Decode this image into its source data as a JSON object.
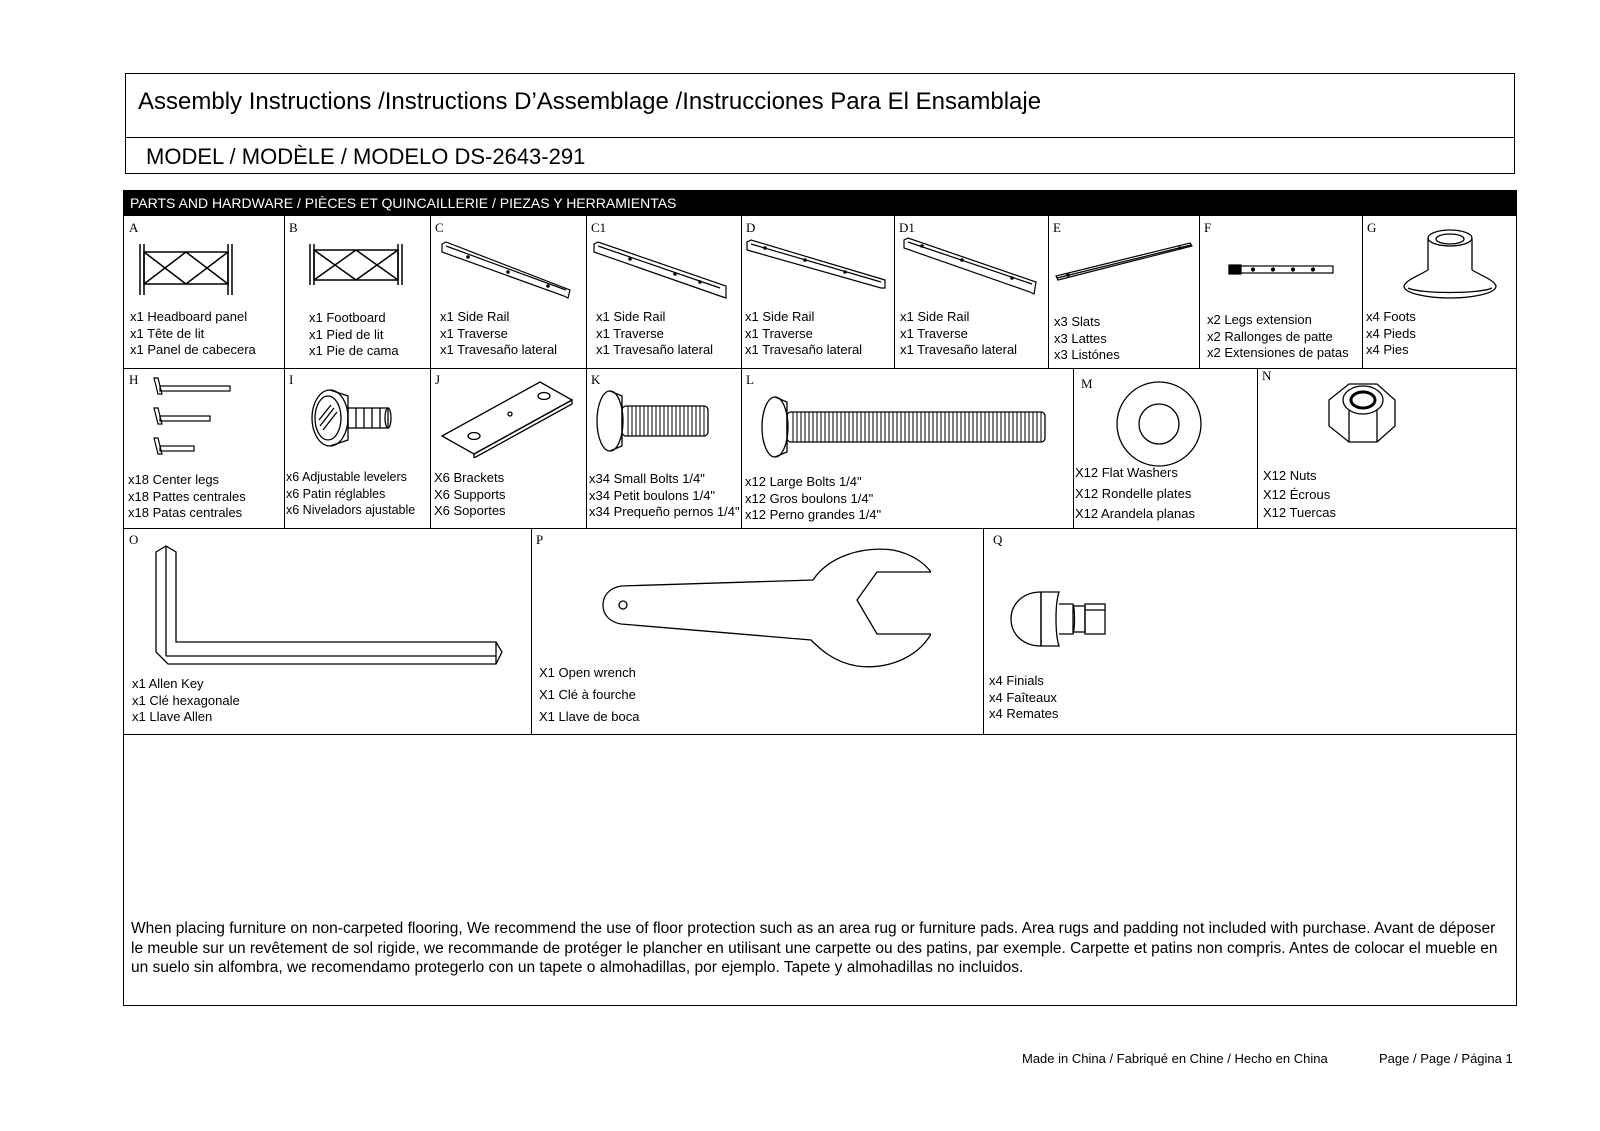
{
  "title": "Assembly Instructions /Instructions D’Assemblage /Instrucciones Para El Ensamblaje",
  "model": "MODEL / MODÈLE / MODELO DS-2643-291",
  "parts_header": "PARTS AND HARDWARE / PIÈCES ET QUINCAILLERIE / PIEZAS Y HERRAMIENTAS",
  "parts": [
    {
      "letter": "A",
      "lines": [
        "x1 Headboard panel",
        "x1 Tête de lit",
        "x1 Panel de  cabecera"
      ],
      "icon": "headboard-icon"
    },
    {
      "letter": "B",
      "lines": [
        "x1 Footboard",
        "x1 Pied de lit",
        "x1 Pie de cama"
      ],
      "icon": "footboard-icon"
    },
    {
      "letter": "C",
      "lines": [
        "x1  Side Rail",
        "x1 Traverse",
        "x1 Travesaño lateral"
      ],
      "icon": "side-rail-icon"
    },
    {
      "letter": "C1",
      "lines": [
        "x1  Side Rail",
        "x1 Traverse",
        "x1 Travesaño lateral"
      ],
      "icon": "side-rail-icon"
    },
    {
      "letter": "D",
      "lines": [
        "x1  Side Rail",
        "x1 Traverse",
        "x1 Travesaño lateral"
      ],
      "icon": "side-rail-icon"
    },
    {
      "letter": "D1",
      "lines": [
        "x1  Side Rail",
        "x1 Traverse",
        "x1 Travesaño lateral"
      ],
      "icon": "side-rail-icon"
    },
    {
      "letter": "E",
      "lines": [
        "x3  Slats",
        "x3  Lattes",
        "x3  Listónes"
      ],
      "icon": "slat-icon"
    },
    {
      "letter": "F",
      "lines": [
        "x2 Legs extension",
        "x2 Rallonges de patte",
        "x2 Extensiones de patas"
      ],
      "icon": "leg-extension-icon"
    },
    {
      "letter": "G",
      "lines": [
        "x4  Foots",
        "x4 Pieds",
        "x4 Pies"
      ],
      "icon": "foot-icon"
    },
    {
      "letter": "H",
      "lines": [
        "x18 Center legs",
        "x18 Pattes centrales",
        "x18 Patas centrales"
      ],
      "icon": "center-leg-icon"
    },
    {
      "letter": "I",
      "lines": [
        "x6 Adjustable levelers",
        "x6 Patin réglables",
        "x6 Niveladors ajustable"
      ],
      "icon": "leveler-icon"
    },
    {
      "letter": "J",
      "lines": [
        "X6    Brackets",
        "X6    Supports",
        "X6    Soportes"
      ],
      "icon": "bracket-icon"
    },
    {
      "letter": "K",
      "lines": [
        "x34 Small Bolts 1/4\"",
        "x34 Petit boulons 1/4\"",
        "x34 Prequeño pernos  1/4\""
      ],
      "icon": "small-bolt-icon"
    },
    {
      "letter": "L",
      "lines": [
        "x12 Large Bolts 1/4\"",
        "x12 Gros boulons 1/4\"",
        "x12 Perno grandes 1/4\""
      ],
      "icon": "large-bolt-icon"
    },
    {
      "letter": "M",
      "lines": [
        "X12 Flat Washers",
        "X12 Rondelle plates",
        "X12 Arandela planas"
      ],
      "icon": "washer-icon"
    },
    {
      "letter": "N",
      "lines": [
        "X12 Nuts",
        "X12 Écrous",
        "X12 Tuercas"
      ],
      "icon": "nut-icon"
    },
    {
      "letter": "O",
      "lines": [
        "x1 Allen Key",
        "x1 Clé hexagonale",
        "x1 Llave Allen"
      ],
      "icon": "allen-key-icon"
    },
    {
      "letter": "P",
      "lines": [
        "X1 Open  wrench",
        "X1 Clé à fourche",
        "X1 Llave de boca"
      ],
      "icon": "wrench-icon"
    },
    {
      "letter": "Q",
      "lines": [
        "x4  Finials",
        "x4 Faîteaux",
        "x4 Remates"
      ],
      "icon": "finial-icon"
    }
  ],
  "note": "When placing furniture on non-carpeted flooring, We recommend the use of floor protection such as an area rug or furniture pads. Area rugs and padding not included with purchase. Avant de déposer le meuble sur un revêtement de sol rigide, we recommande de protéger le plancher en utilisant une carpette ou des patins, par exemple. Carpette et patins non compris. Antes de colocar el mueble en un suelo sin alfombra,  we recomendamo  protegerlo con un tapete o almohadillas, por ejemplo. Tapete y almohadillas no incluidos.",
  "footer": {
    "made_in": "Made in China / Fabriqué en Chine / Hecho en China",
    "page": "Page / Page / Página 1"
  }
}
